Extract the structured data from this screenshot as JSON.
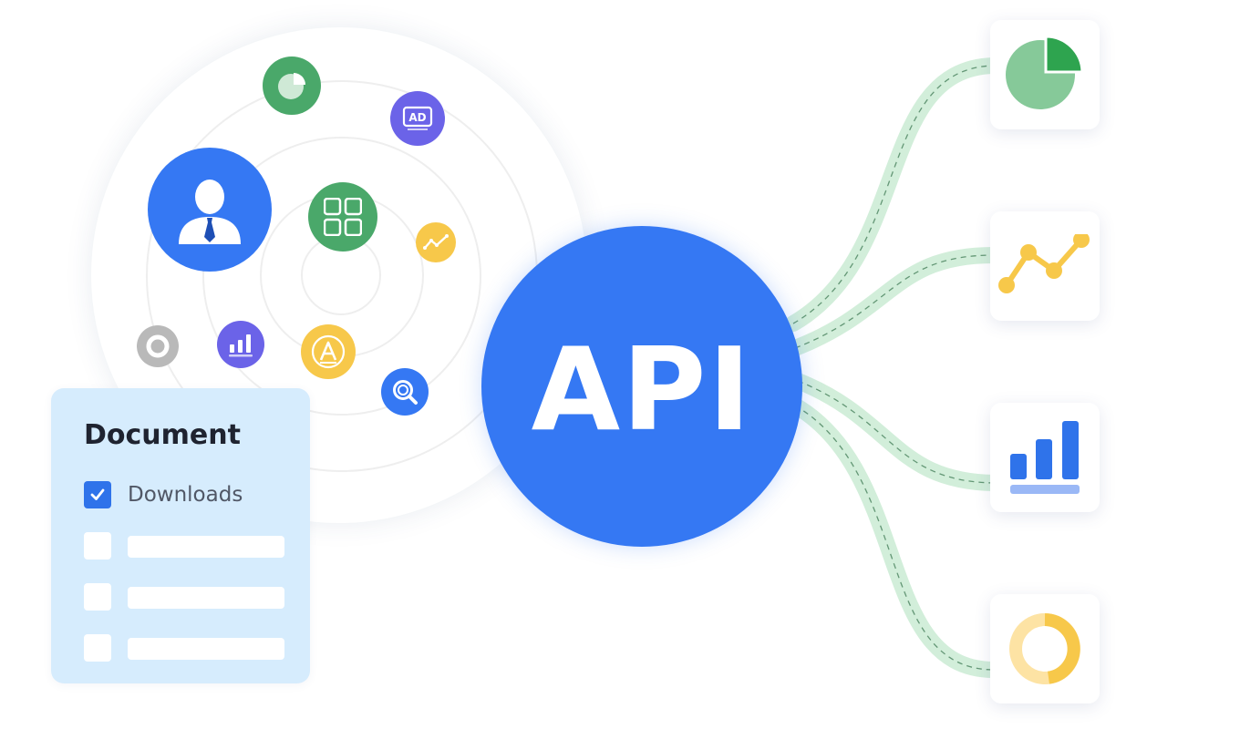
{
  "center": {
    "label": "API"
  },
  "document_panel": {
    "title": "Document",
    "items": [
      {
        "label": "Downloads",
        "checked": true
      },
      {
        "label": "",
        "checked": false
      },
      {
        "label": "",
        "checked": false
      },
      {
        "label": "",
        "checked": false
      }
    ]
  },
  "orbit_icons": [
    {
      "name": "pie-chart-icon",
      "color": "#4aa86a"
    },
    {
      "name": "ad-icon",
      "color": "#6b63e8",
      "text": "AD"
    },
    {
      "name": "user-icon",
      "color": "#3578f3"
    },
    {
      "name": "apps-grid-icon",
      "color": "#4aa86a"
    },
    {
      "name": "trend-line-icon",
      "color": "#f7c84a"
    },
    {
      "name": "ring-icon",
      "color": "#b8b8b8"
    },
    {
      "name": "bar-chart-icon",
      "color": "#6b63e8"
    },
    {
      "name": "font-a-icon",
      "color": "#f7c84a"
    },
    {
      "name": "search-icon",
      "color": "#3578f3"
    }
  ],
  "output_cards": [
    {
      "name": "pie-chart-icon"
    },
    {
      "name": "line-chart-icon"
    },
    {
      "name": "bar-chart-icon"
    },
    {
      "name": "donut-chart-icon"
    }
  ],
  "colors": {
    "primary_blue": "#3578f3",
    "connector_green": "#d2eeda",
    "panel_blue": "#d6ecfd",
    "chart_green": "#2ea44f",
    "chart_yellow": "#f7c84a"
  }
}
